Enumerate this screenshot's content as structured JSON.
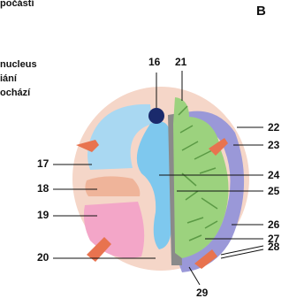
{
  "cut_text": {
    "line1": "počástí",
    "line2": "nucleus",
    "line3": "iání",
    "line4": "ochází"
  },
  "panel_letter": "B",
  "labels": {
    "l16": "16",
    "l17": "17",
    "l18": "18",
    "l19": "19",
    "l20": "20",
    "l21": "21",
    "l22": "22",
    "l23": "23",
    "l24": "24",
    "l25": "25",
    "l26": "26",
    "l27": "27",
    "l28": "28",
    "l29": "29"
  },
  "colors": {
    "outer": "#f5d6c8",
    "light_blue": "#a9d8f2",
    "blue": "#7ec8ee",
    "peach": "#efb49a",
    "pink": "#f3a6c8",
    "green": "#9cd27e",
    "dark_green": "#5b9a45",
    "gray": "#8a8a8a",
    "purple": "#9a98d8",
    "orange": "#e8734f",
    "navy": "#1a2a6c"
  }
}
